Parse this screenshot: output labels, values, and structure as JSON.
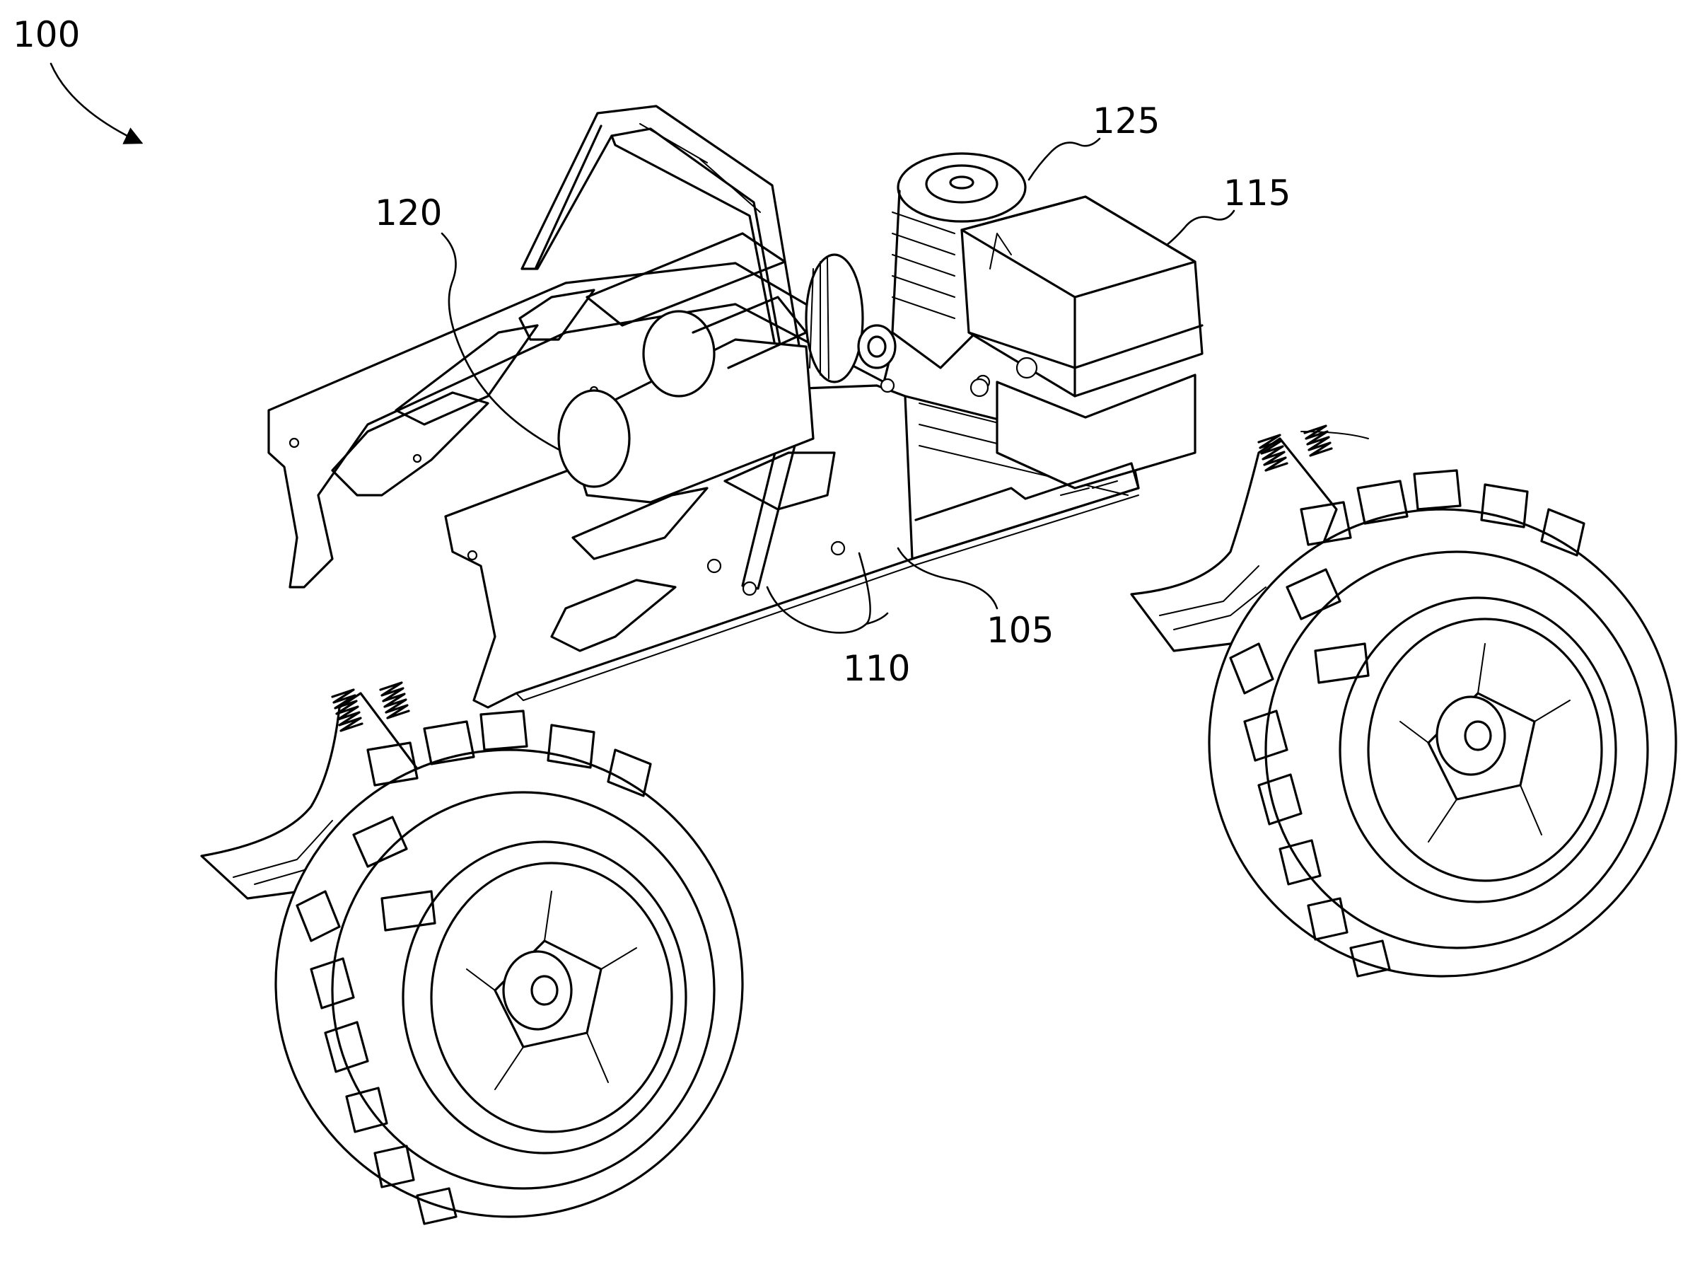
{
  "labels": {
    "assembly": "100",
    "chassis": "105",
    "mount_points": "110",
    "battery_box": "115",
    "fuel_tank": "120",
    "engine": "125"
  }
}
